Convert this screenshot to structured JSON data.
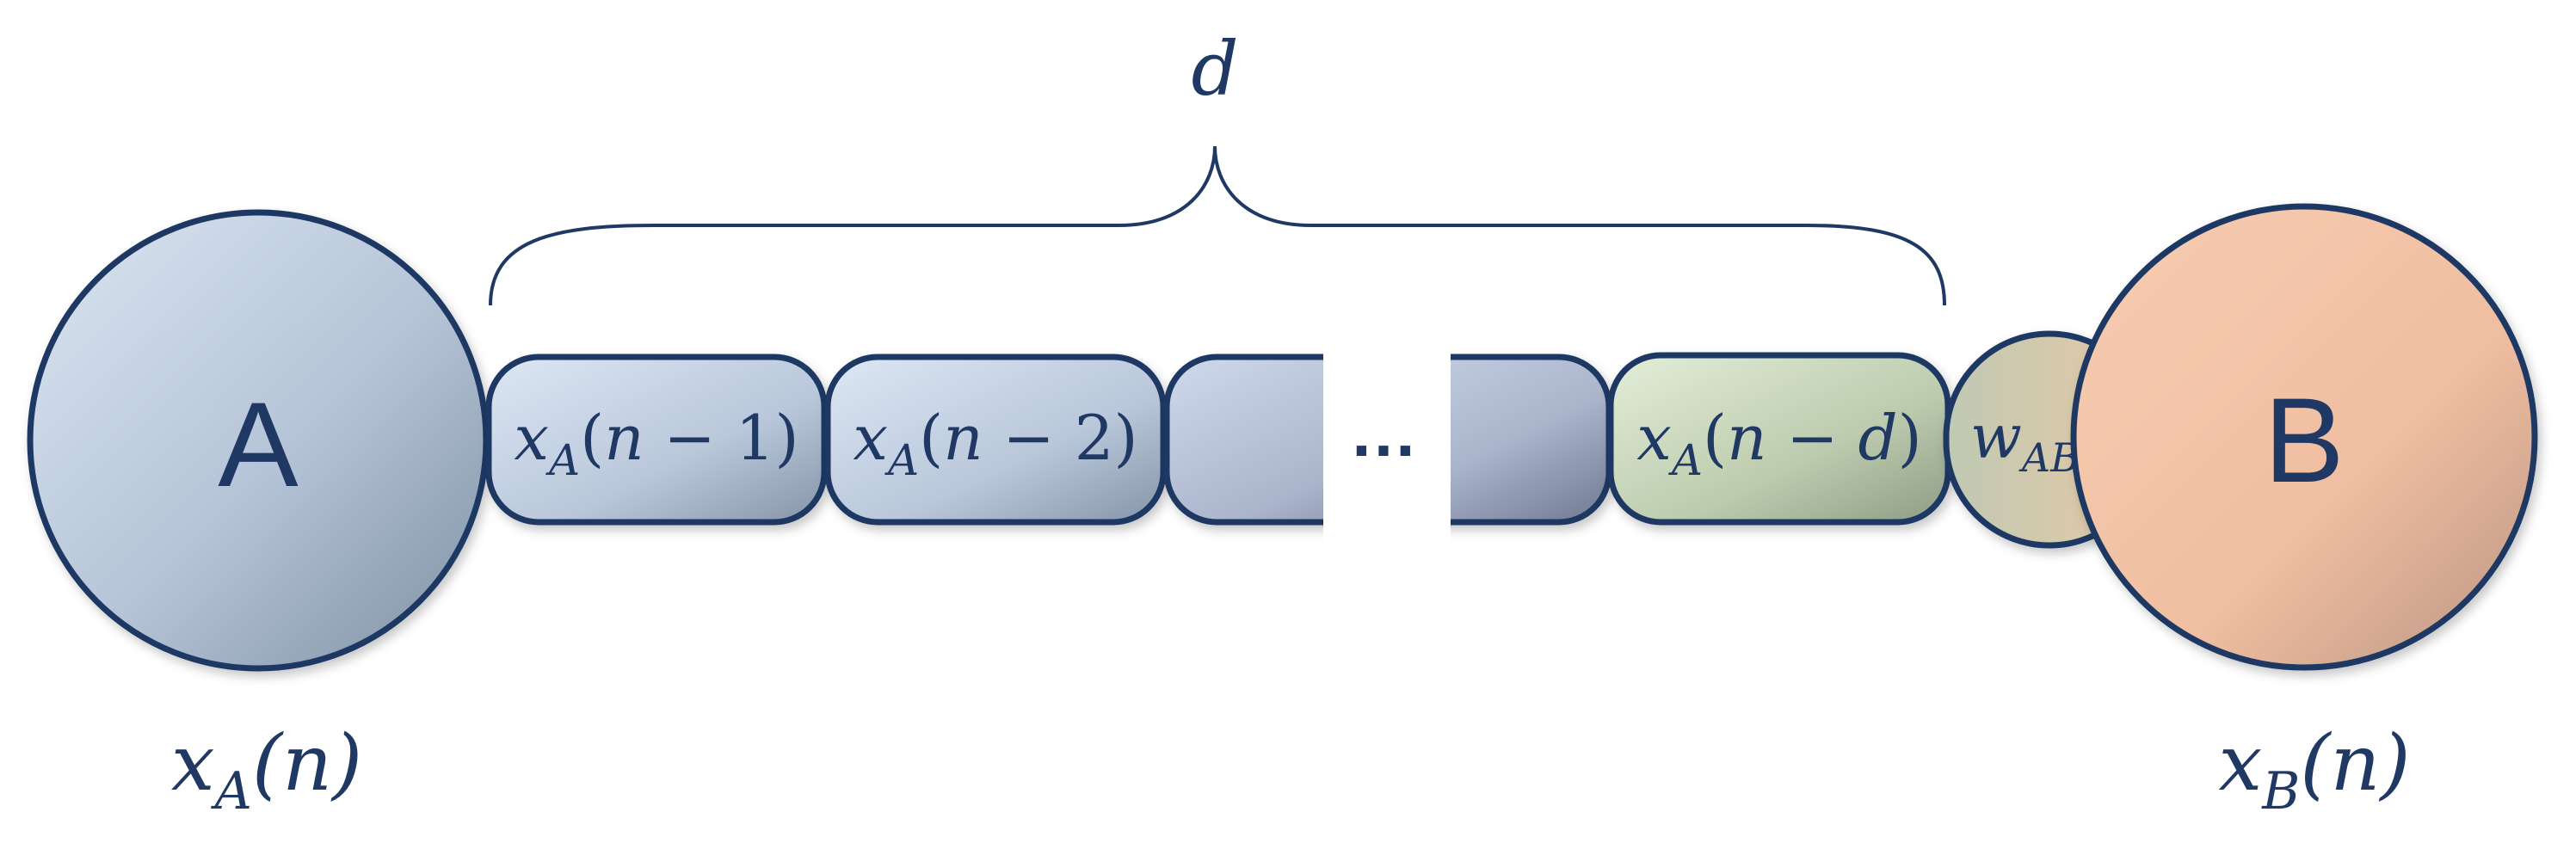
{
  "node_a": {
    "label": "A",
    "var": "x",
    "sub": "A",
    "arg": "(n)"
  },
  "node_b": {
    "label": "B",
    "var": "x",
    "sub": "B",
    "arg": "(n)"
  },
  "delay_label": "d",
  "delay_cells": [
    {
      "var": "x",
      "sub": "A",
      "open": "(",
      "n": "n",
      "op": " − ",
      "k": "1",
      "close": ")"
    },
    {
      "var": "x",
      "sub": "A",
      "open": "(",
      "n": "n",
      "op": " − ",
      "k": "2",
      "close": ")"
    },
    {
      "var": "x",
      "sub": "A",
      "open": "(",
      "n": "n",
      "op": " − ",
      "k": "d",
      "close": ")"
    }
  ],
  "ellipsis": "…",
  "weight": {
    "var": "w",
    "sub": "AB"
  },
  "colors": {
    "outline": "#1f3864",
    "node_a_fill": "#b8c7da",
    "cell_fill": "#c5d3e6",
    "last_cell_fill": "#cbdabc",
    "weight_fill": "#cfc7a4",
    "node_b_fill": "#f3c2a4"
  }
}
